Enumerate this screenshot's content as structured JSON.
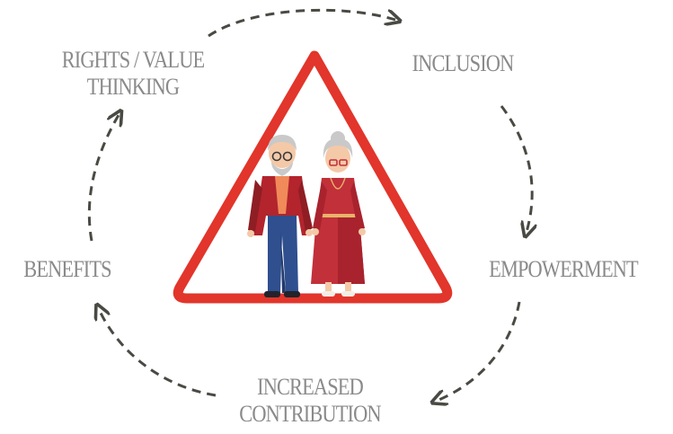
{
  "cycle": {
    "stages": [
      {
        "id": "rights",
        "lines": [
          "RIGHTS / VALUE",
          "THINKING"
        ]
      },
      {
        "id": "inclusion",
        "lines": [
          "INCLUSION"
        ]
      },
      {
        "id": "empowerment",
        "lines": [
          "EMPOWERMENT"
        ]
      },
      {
        "id": "contribution",
        "lines": [
          "INCREASED",
          "CONTRIBUTION"
        ]
      },
      {
        "id": "benefits",
        "lines": [
          "BENEFITS"
        ]
      }
    ]
  },
  "colors": {
    "label_text": "#8a8a8a",
    "arrow": "#4a4a44",
    "triangle_stroke": "#e2352b",
    "man_jacket": "#b3242c",
    "man_trousers": "#2f4f8f",
    "man_shirt": "#f08a5a",
    "woman_dress": "#c2303a",
    "skin": "#f4c9a8",
    "hair": "#c9c9c9"
  },
  "icons": {
    "center_figure": "elderly-couple-icon",
    "frame": "warning-triangle-icon",
    "connectors": "dashed-curved-arrow-icon"
  }
}
